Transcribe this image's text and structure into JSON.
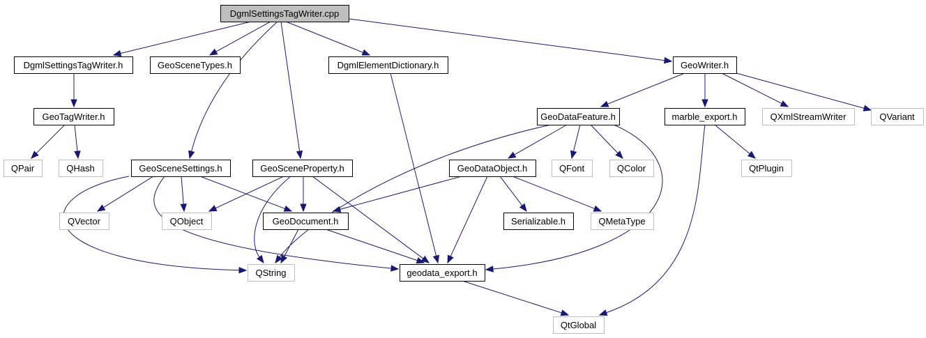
{
  "diagram": {
    "type": "include-dependency-graph",
    "root": "DgmlSettingsTagWriter.cpp",
    "colors": {
      "edge": "#191970",
      "root_fill": "#bfbfbf",
      "documented_border": "#000000",
      "external_border": "#bfbfbf",
      "background": "#ffffff"
    },
    "nodes": [
      {
        "id": "cpp",
        "label": "DgmlSettingsTagWriter.cpp",
        "kind": "root"
      },
      {
        "id": "dstw_h",
        "label": "DgmlSettingsTagWriter.h",
        "kind": "documented"
      },
      {
        "id": "gst_h",
        "label": "GeoSceneTypes.h",
        "kind": "documented"
      },
      {
        "id": "ded_h",
        "label": "DgmlElementDictionary.h",
        "kind": "documented"
      },
      {
        "id": "gw_h",
        "label": "GeoWriter.h",
        "kind": "documented"
      },
      {
        "id": "gtw_h",
        "label": "GeoTagWriter.h",
        "kind": "documented"
      },
      {
        "id": "gdf_h",
        "label": "GeoDataFeature.h",
        "kind": "documented"
      },
      {
        "id": "me_h",
        "label": "marble_export.h",
        "kind": "documented"
      },
      {
        "id": "qxml",
        "label": "QXmlStreamWriter",
        "kind": "external"
      },
      {
        "id": "qvar",
        "label": "QVariant",
        "kind": "external"
      },
      {
        "id": "qpair",
        "label": "QPair",
        "kind": "external"
      },
      {
        "id": "qhash",
        "label": "QHash",
        "kind": "external"
      },
      {
        "id": "gss_h",
        "label": "GeoSceneSettings.h",
        "kind": "documented"
      },
      {
        "id": "gsp_h",
        "label": "GeoSceneProperty.h",
        "kind": "documented"
      },
      {
        "id": "gdo_h",
        "label": "GeoDataObject.h",
        "kind": "documented"
      },
      {
        "id": "qfont",
        "label": "QFont",
        "kind": "external"
      },
      {
        "id": "qcolor",
        "label": "QColor",
        "kind": "external"
      },
      {
        "id": "qplugin",
        "label": "QtPlugin",
        "kind": "external"
      },
      {
        "id": "qvector",
        "label": "QVector",
        "kind": "external"
      },
      {
        "id": "qobject",
        "label": "QObject",
        "kind": "external"
      },
      {
        "id": "gdoc_h",
        "label": "GeoDocument.h",
        "kind": "documented"
      },
      {
        "id": "ser_h",
        "label": "Serializable.h",
        "kind": "documented"
      },
      {
        "id": "qmeta",
        "label": "QMetaType",
        "kind": "external"
      },
      {
        "id": "qstring",
        "label": "QString",
        "kind": "external"
      },
      {
        "id": "gde_h",
        "label": "geodata_export.h",
        "kind": "documented"
      },
      {
        "id": "qglobal",
        "label": "QtGlobal",
        "kind": "external"
      }
    ],
    "edges": [
      {
        "from": "cpp",
        "to": "dstw_h"
      },
      {
        "from": "cpp",
        "to": "gst_h"
      },
      {
        "from": "cpp",
        "to": "gss_h"
      },
      {
        "from": "cpp",
        "to": "gsp_h"
      },
      {
        "from": "cpp",
        "to": "ded_h"
      },
      {
        "from": "cpp",
        "to": "gw_h"
      },
      {
        "from": "dstw_h",
        "to": "gtw_h"
      },
      {
        "from": "gtw_h",
        "to": "qpair"
      },
      {
        "from": "gtw_h",
        "to": "qhash"
      },
      {
        "from": "ded_h",
        "to": "gde_h"
      },
      {
        "from": "gw_h",
        "to": "gdf_h"
      },
      {
        "from": "gw_h",
        "to": "me_h"
      },
      {
        "from": "gw_h",
        "to": "qxml"
      },
      {
        "from": "gw_h",
        "to": "qvar"
      },
      {
        "from": "gdf_h",
        "to": "gdo_h"
      },
      {
        "from": "gdf_h",
        "to": "qfont"
      },
      {
        "from": "gdf_h",
        "to": "qcolor"
      },
      {
        "from": "gdf_h",
        "to": "qstring"
      },
      {
        "from": "gdf_h",
        "to": "gde_h"
      },
      {
        "from": "me_h",
        "to": "qplugin"
      },
      {
        "from": "me_h",
        "to": "qglobal"
      },
      {
        "from": "gss_h",
        "to": "qvector"
      },
      {
        "from": "gss_h",
        "to": "qobject"
      },
      {
        "from": "gss_h",
        "to": "gdoc_h"
      },
      {
        "from": "gss_h",
        "to": "qstring"
      },
      {
        "from": "gss_h",
        "to": "gde_h"
      },
      {
        "from": "gsp_h",
        "to": "qobject"
      },
      {
        "from": "gsp_h",
        "to": "gdoc_h"
      },
      {
        "from": "gsp_h",
        "to": "qstring"
      },
      {
        "from": "gsp_h",
        "to": "gde_h"
      },
      {
        "from": "gdo_h",
        "to": "gdoc_h"
      },
      {
        "from": "gdo_h",
        "to": "ser_h"
      },
      {
        "from": "gdo_h",
        "to": "qmeta"
      },
      {
        "from": "gdo_h",
        "to": "gde_h"
      },
      {
        "from": "gdoc_h",
        "to": "qstring"
      },
      {
        "from": "gdoc_h",
        "to": "gde_h"
      },
      {
        "from": "gde_h",
        "to": "qglobal"
      }
    ]
  }
}
